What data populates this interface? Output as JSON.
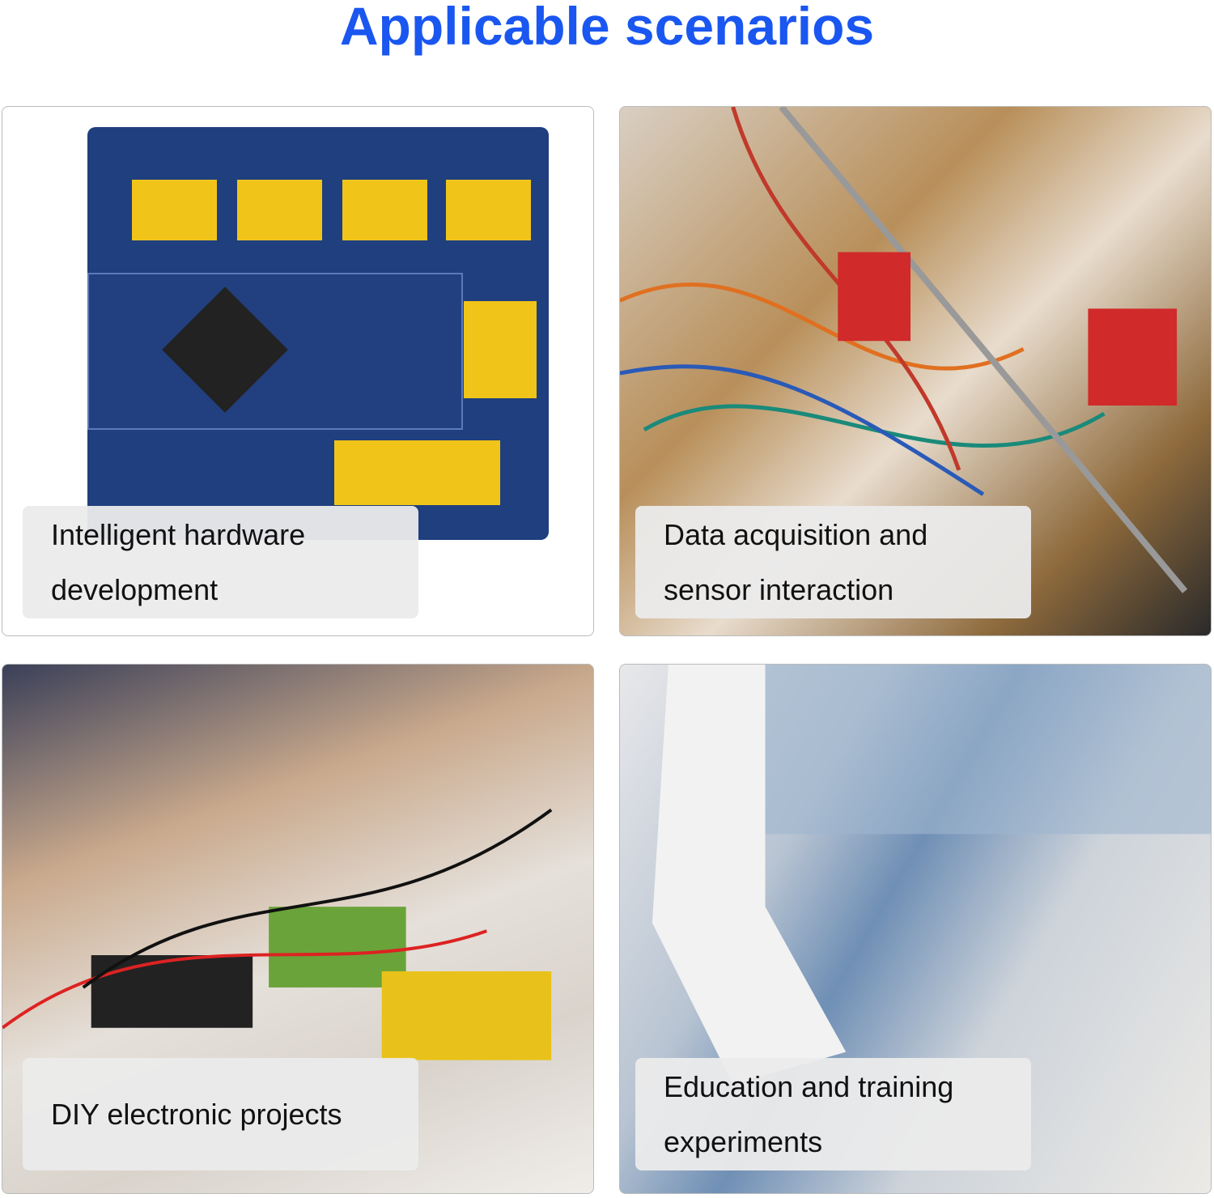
{
  "title": "Applicable scenarios",
  "scenarios": [
    {
      "line1": "Intelligent hardware",
      "line2": "development"
    },
    {
      "line1": "Data acquisition and",
      "line2": "sensor interaction"
    },
    {
      "line1": "DIY electronic projects"
    },
    {
      "line1": "Education and training",
      "line2": "experiments"
    }
  ],
  "colors": {
    "title": "#1a56f0",
    "caption_bg": "#ebebeb"
  }
}
